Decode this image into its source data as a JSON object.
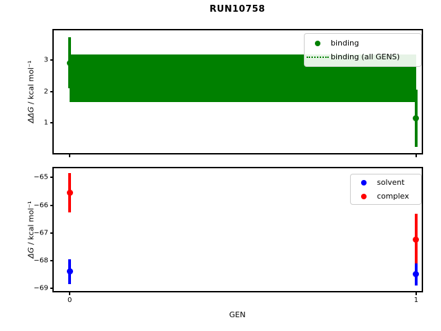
{
  "title": "RUN10758",
  "xlabel": "GEN",
  "colors": {
    "binding": "#008000",
    "solvent": "#0000ff",
    "complex": "#ff0000",
    "axes": "#000000"
  },
  "chart_data": [
    {
      "type": "scatter",
      "panel": "top",
      "ylabel_math": "ΔΔG",
      "ylabel_rest": " / kcal mol⁻¹",
      "x": [
        0,
        1
      ],
      "xlim": [
        -0.048,
        1.016
      ],
      "ylim": [
        0.05,
        3.95
      ],
      "yticks": [
        1,
        2,
        3
      ],
      "xticks": [
        0,
        1
      ],
      "xtick_labels_visible": false,
      "grid": false,
      "series": [
        {
          "name": "binding",
          "color": "#008000",
          "marker": "circle",
          "values": [
            2.9,
            1.15
          ],
          "yerr": [
            0.8,
            0.9
          ]
        }
      ],
      "band": {
        "name": "binding (all GENS)",
        "color": "#008000",
        "x_from": 0,
        "x_to": 1,
        "y_from": 1.67,
        "y_to": 3.16,
        "line_style": "dotted"
      },
      "legend": {
        "position": "upper right",
        "entries": [
          {
            "label": "binding",
            "marker": "dot",
            "color": "#008000"
          },
          {
            "label": "binding (all GENS)",
            "marker": "dotted-line",
            "color": "#008000"
          }
        ]
      }
    },
    {
      "type": "scatter",
      "panel": "bottom",
      "ylabel_math": "ΔG",
      "ylabel_rest": " / kcal mol⁻¹",
      "x": [
        0,
        1
      ],
      "xlim": [
        -0.048,
        1.016
      ],
      "ylim": [
        -69.1,
        -64.64
      ],
      "yticks": [
        -69,
        -68,
        -67,
        -66,
        -65
      ],
      "xticks": [
        0,
        1
      ],
      "xtick_labels_visible": true,
      "grid": false,
      "series": [
        {
          "name": "solvent",
          "color": "#0000ff",
          "marker": "circle",
          "values": [
            -68.4,
            -68.5
          ],
          "yerr": [
            0.45,
            0.4
          ]
        },
        {
          "name": "complex",
          "color": "#ff0000",
          "marker": "circle",
          "values": [
            -65.55,
            -67.25
          ],
          "yerr": [
            0.7,
            0.93
          ]
        }
      ],
      "legend": {
        "position": "upper right",
        "entries": [
          {
            "label": "solvent",
            "marker": "dot",
            "color": "#0000ff"
          },
          {
            "label": "complex",
            "marker": "dot",
            "color": "#ff0000"
          }
        ]
      }
    }
  ]
}
